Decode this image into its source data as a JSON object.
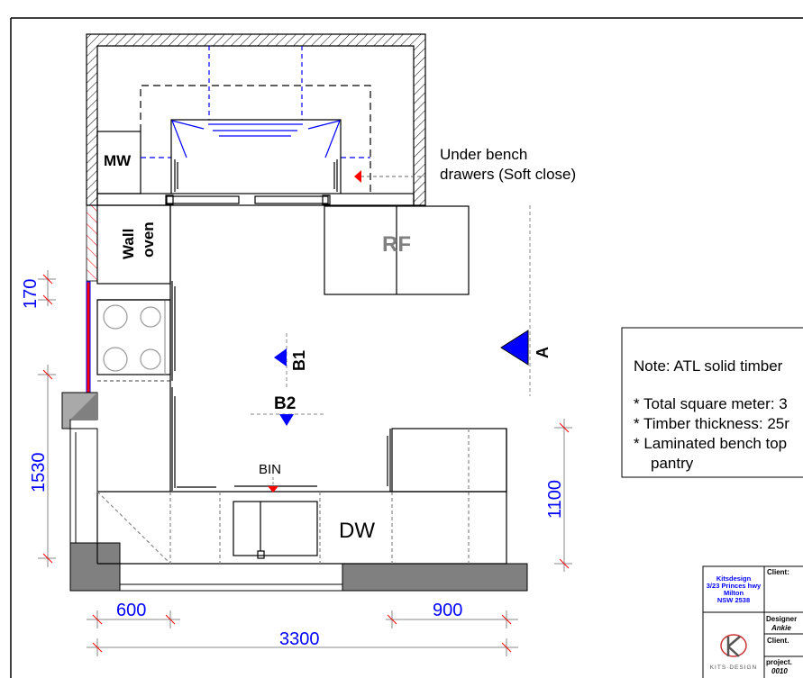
{
  "plan": {
    "labels": {
      "mw": "MW",
      "wall_oven_line1": "Wall",
      "wall_oven_line2": "oven",
      "rf": "RF",
      "under_bench_line1": "Under bench",
      "under_bench_line2": "drawers (Soft close)",
      "bin": "BIN",
      "dw": "DW"
    },
    "markers": {
      "a": "A",
      "b1": "B1",
      "b2": "B2"
    },
    "dimensions": {
      "d170": "170",
      "d1530": "1530",
      "d1100": "1100",
      "d600": "600",
      "d900": "900",
      "d3300": "3300"
    },
    "colors": {
      "dimension": "#0000ff",
      "marker": "#0000ff",
      "arrow": "#ff0000"
    }
  },
  "note": {
    "title": "Note: ATL solid timber",
    "lines": [
      "* Total square meter: 3",
      "* Timber thickness: 25r",
      "* Laminated bench top",
      "pantry"
    ]
  },
  "title_block": {
    "company": [
      "Kitsdesign",
      "3/23 Princes hwy",
      "Milton",
      "NSW 2538"
    ],
    "client_label": "Client:",
    "designer_label": "Designer",
    "designer_value": "Ankie",
    "client2_label": "Client.",
    "project_label": "project.",
    "project_value": "0010",
    "logo_text": "KITS·DESIGN"
  }
}
